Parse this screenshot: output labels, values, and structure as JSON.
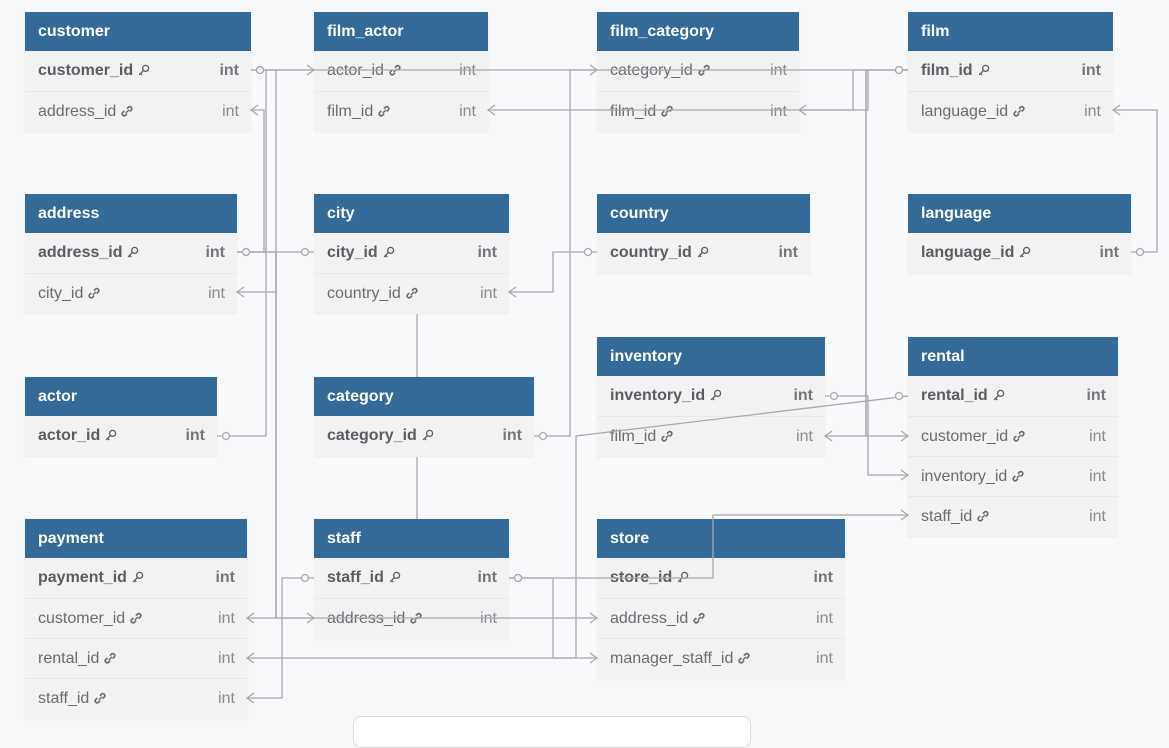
{
  "colors": {
    "header": "#336a98",
    "header_text": "#ffffff",
    "row_bg": "#f2f2f3",
    "line": "#a8a8ae",
    "background": "#f8f9fa"
  },
  "icons": {
    "primary_key": "key-icon",
    "foreign_key": "link-icon"
  },
  "tables": [
    {
      "id": "customer",
      "name": "customer",
      "columns": [
        {
          "name": "customer_id",
          "type": "int",
          "key": "pk"
        },
        {
          "name": "address_id",
          "type": "int",
          "key": "fk"
        }
      ]
    },
    {
      "id": "film_actor",
      "name": "film_actor",
      "columns": [
        {
          "name": "actor_id",
          "type": "int",
          "key": "fk"
        },
        {
          "name": "film_id",
          "type": "int",
          "key": "fk"
        }
      ]
    },
    {
      "id": "film_category",
      "name": "film_category",
      "columns": [
        {
          "name": "category_id",
          "type": "int",
          "key": "fk"
        },
        {
          "name": "film_id",
          "type": "int",
          "key": "fk"
        }
      ]
    },
    {
      "id": "film",
      "name": "film",
      "columns": [
        {
          "name": "film_id",
          "type": "int",
          "key": "pk"
        },
        {
          "name": "language_id",
          "type": "int",
          "key": "fk"
        }
      ]
    },
    {
      "id": "address",
      "name": "address",
      "columns": [
        {
          "name": "address_id",
          "type": "int",
          "key": "pk"
        },
        {
          "name": "city_id",
          "type": "int",
          "key": "fk"
        }
      ]
    },
    {
      "id": "city",
      "name": "city",
      "columns": [
        {
          "name": "city_id",
          "type": "int",
          "key": "pk"
        },
        {
          "name": "country_id",
          "type": "int",
          "key": "fk"
        }
      ]
    },
    {
      "id": "country",
      "name": "country",
      "columns": [
        {
          "name": "country_id",
          "type": "int",
          "key": "pk"
        }
      ]
    },
    {
      "id": "language",
      "name": "language",
      "columns": [
        {
          "name": "language_id",
          "type": "int",
          "key": "pk"
        }
      ]
    },
    {
      "id": "actor",
      "name": "actor",
      "columns": [
        {
          "name": "actor_id",
          "type": "int",
          "key": "pk"
        }
      ]
    },
    {
      "id": "category",
      "name": "category",
      "columns": [
        {
          "name": "category_id",
          "type": "int",
          "key": "pk"
        }
      ]
    },
    {
      "id": "inventory",
      "name": "inventory",
      "columns": [
        {
          "name": "inventory_id",
          "type": "int",
          "key": "pk"
        },
        {
          "name": "film_id",
          "type": "int",
          "key": "fk"
        }
      ]
    },
    {
      "id": "rental",
      "name": "rental",
      "columns": [
        {
          "name": "rental_id",
          "type": "int",
          "key": "pk"
        },
        {
          "name": "customer_id",
          "type": "int",
          "key": "fk"
        },
        {
          "name": "inventory_id",
          "type": "int",
          "key": "fk"
        },
        {
          "name": "staff_id",
          "type": "int",
          "key": "fk"
        }
      ]
    },
    {
      "id": "payment",
      "name": "payment",
      "columns": [
        {
          "name": "payment_id",
          "type": "int",
          "key": "pk"
        },
        {
          "name": "customer_id",
          "type": "int",
          "key": "fk"
        },
        {
          "name": "rental_id",
          "type": "int",
          "key": "fk"
        },
        {
          "name": "staff_id",
          "type": "int",
          "key": "fk"
        }
      ]
    },
    {
      "id": "staff",
      "name": "staff",
      "columns": [
        {
          "name": "staff_id",
          "type": "int",
          "key": "pk"
        },
        {
          "name": "address_id",
          "type": "int",
          "key": "fk"
        }
      ]
    },
    {
      "id": "store",
      "name": "store",
      "columns": [
        {
          "name": "store_id",
          "type": "int",
          "key": "pk"
        },
        {
          "name": "address_id",
          "type": "int",
          "key": "fk"
        },
        {
          "name": "manager_staff_id",
          "type": "int",
          "key": "fk"
        }
      ]
    }
  ],
  "relationships": [
    {
      "from": "customer.address_id",
      "to": "address.address_id"
    },
    {
      "from": "film_actor.actor_id",
      "to": "actor.actor_id"
    },
    {
      "from": "film_actor.film_id",
      "to": "film.film_id"
    },
    {
      "from": "film_category.category_id",
      "to": "category.category_id"
    },
    {
      "from": "film_category.film_id",
      "to": "film.film_id"
    },
    {
      "from": "film.language_id",
      "to": "language.language_id"
    },
    {
      "from": "address.city_id",
      "to": "city.city_id"
    },
    {
      "from": "city.country_id",
      "to": "country.country_id"
    },
    {
      "from": "inventory.film_id",
      "to": "film.film_id"
    },
    {
      "from": "rental.customer_id",
      "to": "customer.customer_id"
    },
    {
      "from": "rental.inventory_id",
      "to": "inventory.inventory_id"
    },
    {
      "from": "rental.staff_id",
      "to": "staff.staff_id"
    },
    {
      "from": "payment.customer_id",
      "to": "customer.customer_id"
    },
    {
      "from": "payment.rental_id",
      "to": "rental.rental_id"
    },
    {
      "from": "payment.staff_id",
      "to": "staff.staff_id"
    },
    {
      "from": "staff.address_id",
      "to": "address.address_id"
    },
    {
      "from": "store.address_id",
      "to": "address.address_id"
    },
    {
      "from": "store.manager_staff_id",
      "to": "staff.staff_id"
    }
  ]
}
